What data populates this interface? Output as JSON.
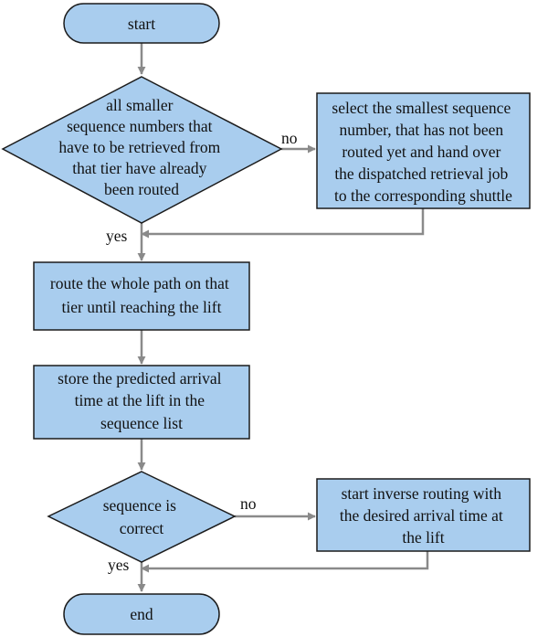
{
  "colors": {
    "node_fill": "#a9cdee",
    "node_stroke": "#1b1b1b",
    "edge_stroke": "#8a8a8a"
  },
  "nodes": {
    "start": {
      "lines": [
        "start"
      ]
    },
    "decision_routed": {
      "lines": [
        "all smaller",
        "sequence numbers that",
        "have to be retrieved from",
        "that tier have already",
        "been routed"
      ]
    },
    "select_smallest": {
      "lines": [
        "select the smallest sequence",
        "number, that has not been",
        "routed yet and hand over",
        "the dispatched retrieval job",
        "to the corresponding shuttle"
      ]
    },
    "route_path": {
      "lines": [
        "route the whole path on that",
        "tier until reaching the lift"
      ]
    },
    "store_arrival": {
      "lines": [
        "store the predicted arrival",
        "time at the lift in the",
        "sequence list"
      ]
    },
    "decision_correct": {
      "lines": [
        "sequence is",
        "correct"
      ]
    },
    "inverse_routing": {
      "lines": [
        "start inverse routing with",
        "the desired arrival time at",
        "the lift"
      ]
    },
    "end": {
      "lines": [
        "end"
      ]
    }
  },
  "edges": {
    "no_1": "no",
    "yes_1": "yes",
    "no_2": "no",
    "yes_2": "yes"
  }
}
